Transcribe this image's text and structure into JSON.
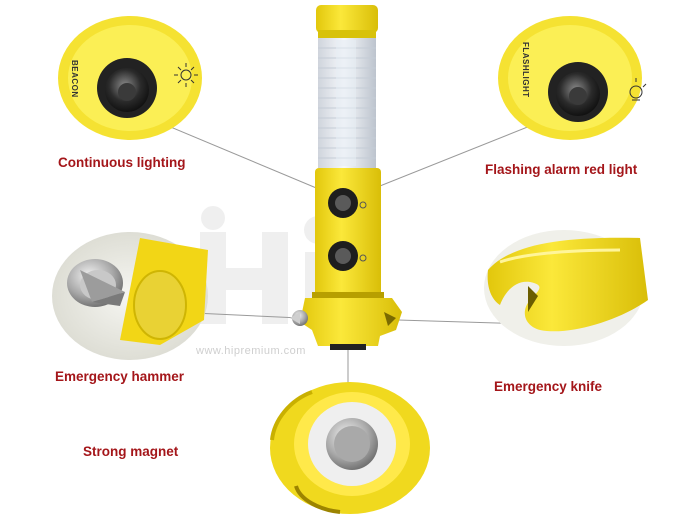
{
  "labels": {
    "continuous_lighting": "Continuous lighting",
    "flashing_alarm": "Flashing alarm red light",
    "emergency_hammer": "Emergency hammer",
    "emergency_knife": "Emergency knife",
    "strong_magnet": "Strong magnet"
  },
  "embossed": {
    "beacon": "BEACON",
    "flashlight": "FLASHLIGHT"
  },
  "watermark": {
    "url": "www.hipremium.com"
  },
  "colors": {
    "label_text": "#a4161a",
    "body_yellow": "#f3de1a",
    "leader_line": "#9a9a9a"
  }
}
